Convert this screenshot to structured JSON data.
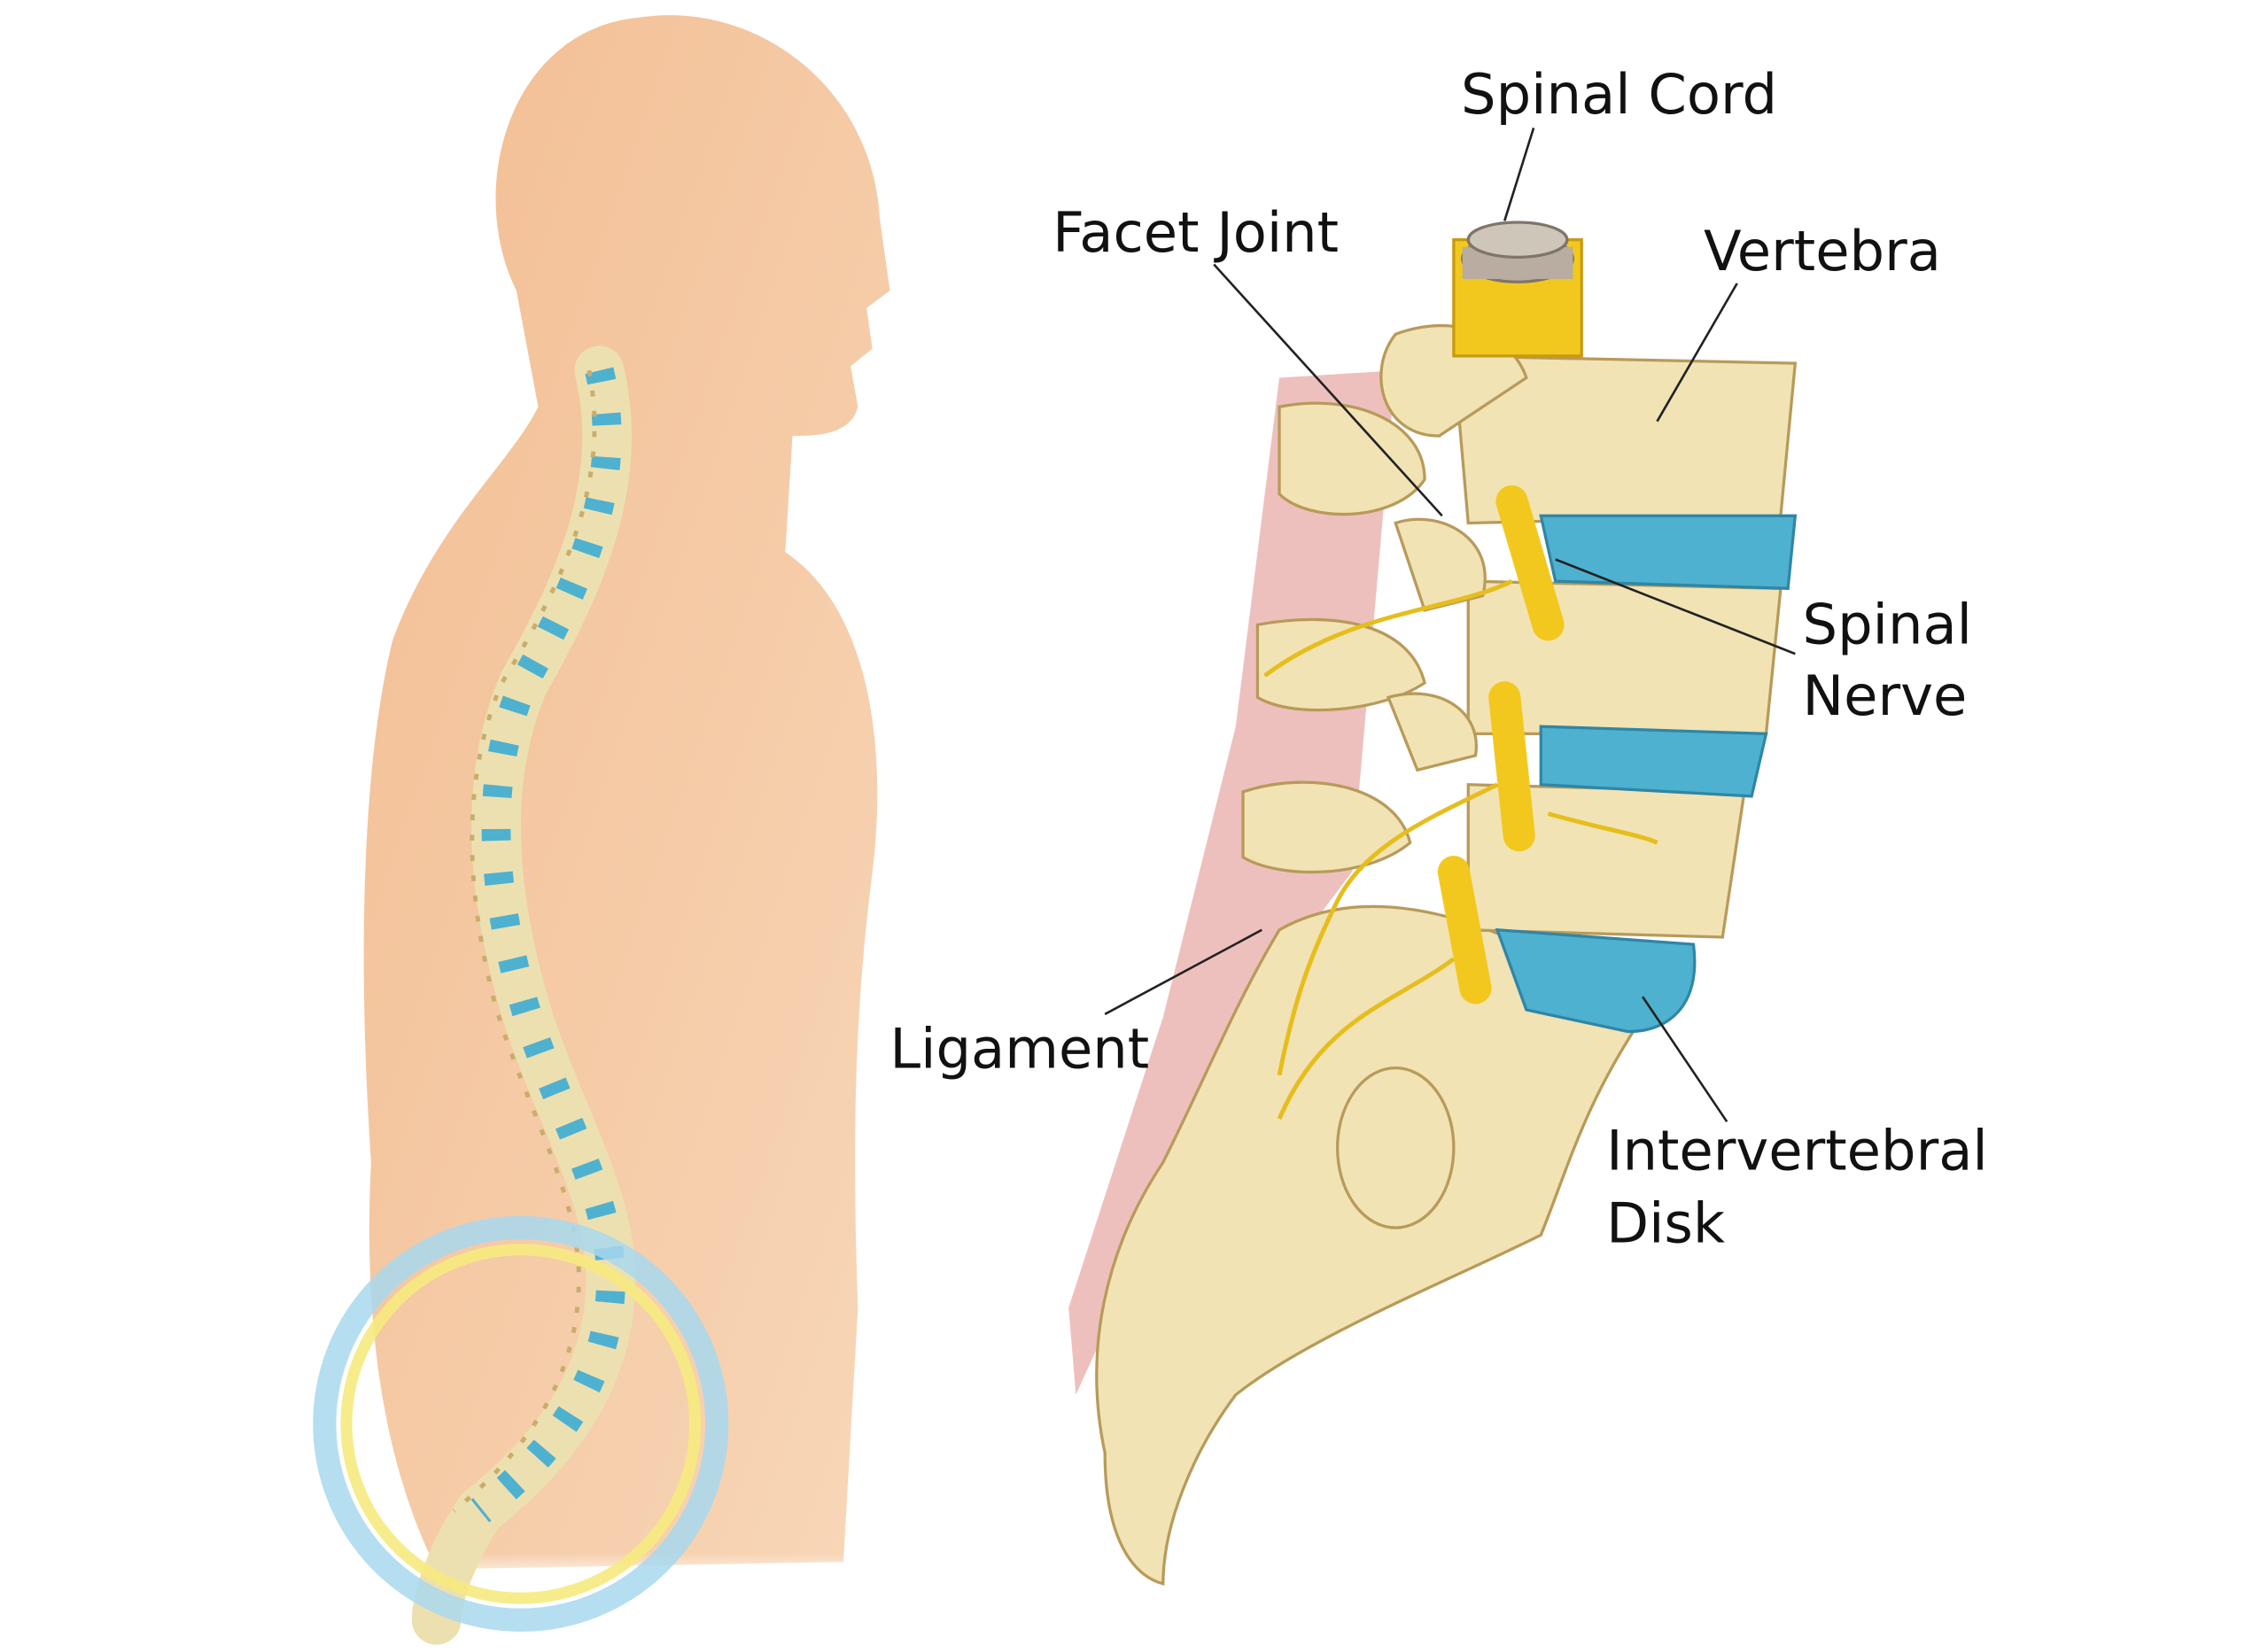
{
  "labels": {
    "spinal_cord": "Spinal Cord",
    "facet_joint": "Facet Joint",
    "vertebra": "Vertebra",
    "spinal_nerve_line1": "Spinal",
    "spinal_nerve_line2": "Nerve",
    "ligament": "Ligament",
    "intervertebral_disk_line1": "Intervertebral",
    "intervertebral_disk_line2": "Disk"
  },
  "colors": {
    "skin": "#f4c49c",
    "bone": "#f1e3b4",
    "disk": "#4fb1d0",
    "nerve": "#f2c81e",
    "ligament": "#e9a8a8",
    "highlight_ring_outer": "#9fd3ea",
    "highlight_ring_inner": "#f6e97a"
  }
}
